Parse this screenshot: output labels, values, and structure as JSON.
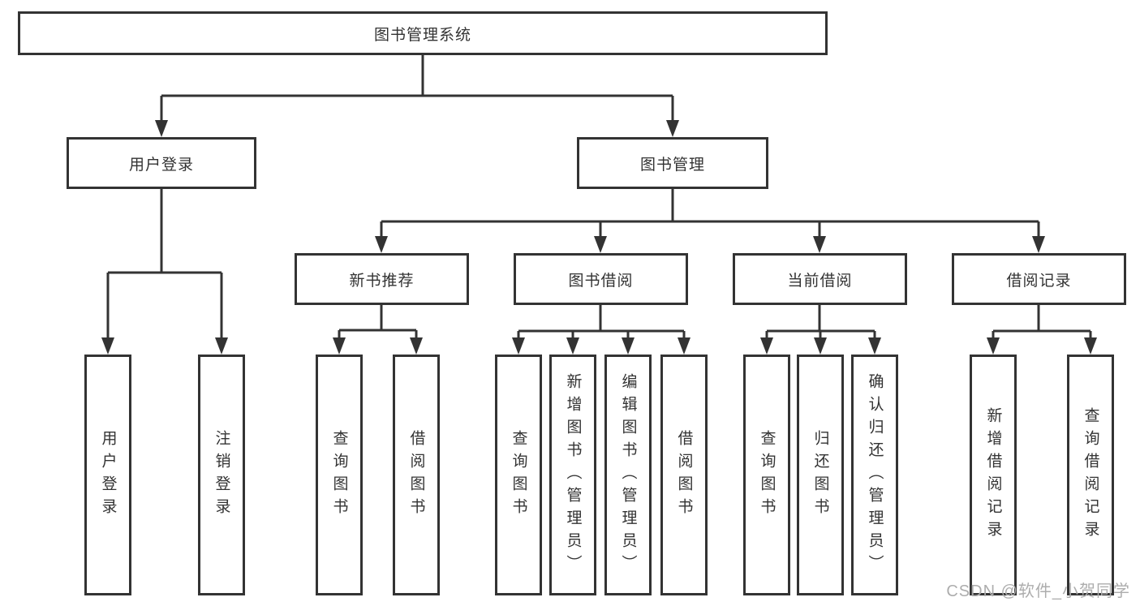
{
  "diagram": {
    "title_node": "图书管理系统",
    "level2": {
      "user_login": "用户登录",
      "book_management": "图书管理"
    },
    "level3": {
      "new_book_recommend": "新书推荐",
      "book_borrow": "图书借阅",
      "current_borrow": "当前借阅",
      "borrow_records": "借阅记录"
    },
    "leaves": {
      "user_login": [
        "用户登录",
        "注销登录"
      ],
      "new_book_recommend": [
        "查询图书",
        "借阅图书"
      ],
      "book_borrow": [
        "查询图书",
        "新增图书（管理员）",
        "编辑图书（管理员）",
        "借阅图书"
      ],
      "current_borrow": [
        "查询图书",
        "归还图书",
        "确认归还（管理员）"
      ],
      "borrow_records": [
        "新增借阅记录",
        "查询借阅记录"
      ]
    },
    "watermark": "CSDN @软件_小贺同学",
    "colors": {
      "line": "#333333",
      "box_border": "#333333",
      "text": "#333333",
      "background": "#ffffff",
      "watermark": "#adadad"
    }
  }
}
